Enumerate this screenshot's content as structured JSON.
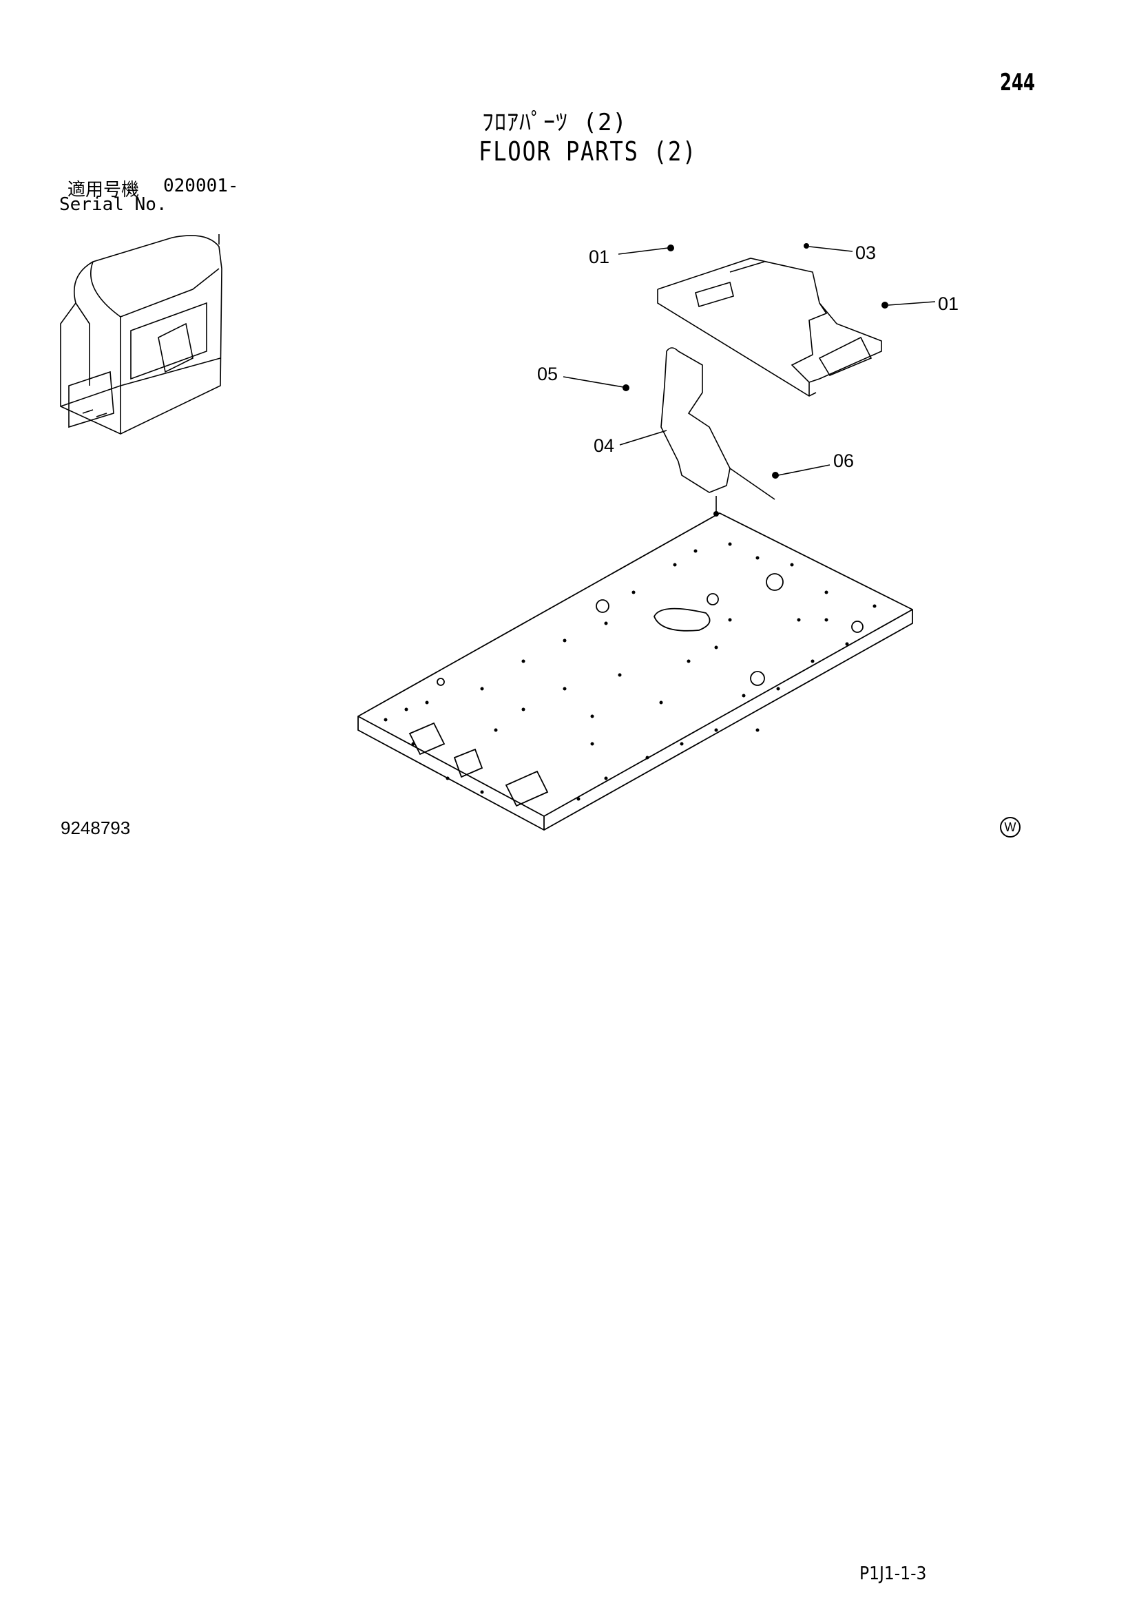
{
  "page": {
    "number": "244",
    "title_jp": "ﾌﾛｱﾊﾟｰﾂ (2)",
    "title_en": "FLOOR PARTS (2)",
    "serial_label_jp": "適用号機",
    "serial_value": "020001-",
    "serial_label_en": "Serial No.",
    "doc_number": "9248793",
    "region_mark": "W",
    "page_code": "P1J1-1-3"
  },
  "callouts": [
    "01",
    "03",
    "01",
    "05",
    "04",
    "06"
  ]
}
